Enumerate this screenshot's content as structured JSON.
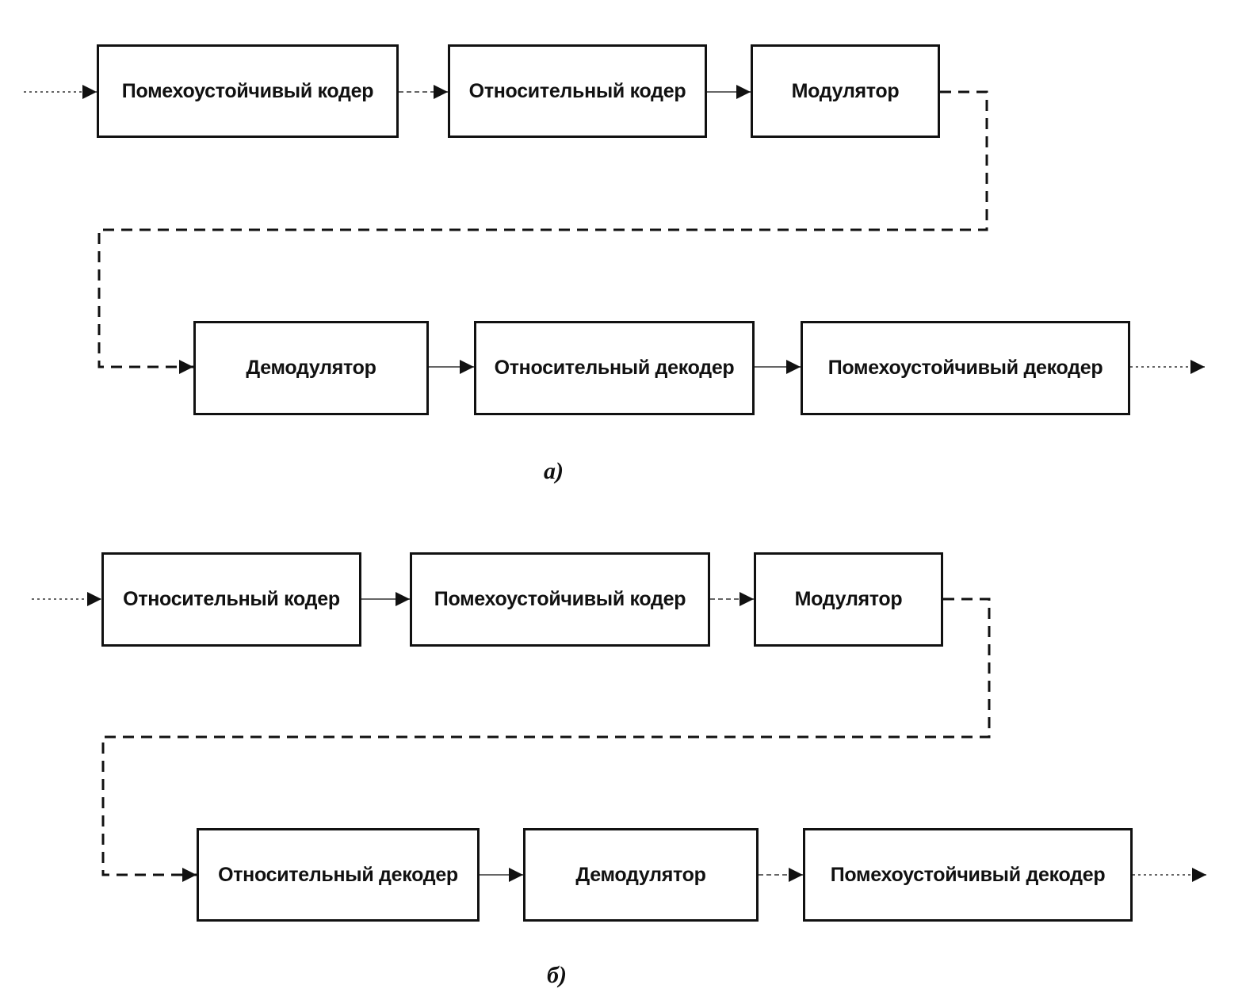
{
  "diagram_a": {
    "blocks": {
      "b1": "Помехоустойчивый кодер",
      "b2": "Относительный кодер",
      "b3": "Модулятор",
      "b4": "Демодулятор",
      "b5": "Относительный декодер",
      "b6": "Помехоустойчивый декодер"
    },
    "caption": "а)"
  },
  "diagram_b": {
    "blocks": {
      "b1": "Относительный кодер",
      "b2": "Помехоустойчивый кодер",
      "b3": "Модулятор",
      "b4": "Относительный декодер",
      "b5": "Демодулятор",
      "b6": "Помехоустойчивый декодер"
    },
    "caption": "б)"
  }
}
